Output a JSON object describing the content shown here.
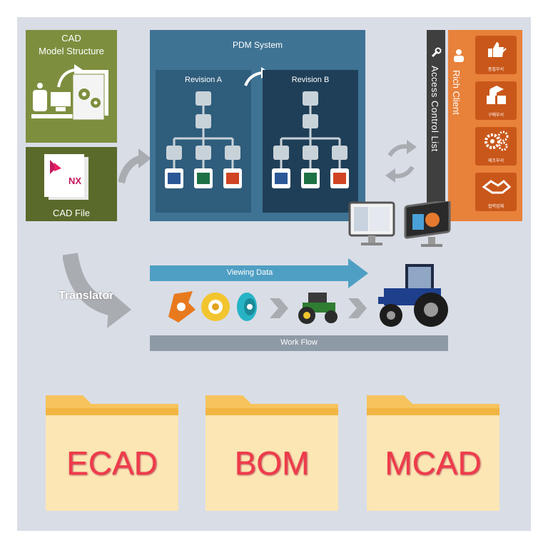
{
  "cad_model": {
    "title_line1": "CAD",
    "title_line2": "Model Structure"
  },
  "cad_file": {
    "title": "CAD File",
    "badge": "NX"
  },
  "pdm": {
    "title": "PDM System",
    "revisions": [
      {
        "label": "Revision A"
      },
      {
        "label": "Revision B"
      }
    ],
    "doc_icons": [
      "W",
      "X",
      "P"
    ]
  },
  "access_control": {
    "label": "Access Control List"
  },
  "rich_client": {
    "label": "Rich Client",
    "departments": [
      {
        "name": "품질부서",
        "icon": "thumbs-up-check-icon"
      },
      {
        "name": "구매부서",
        "icon": "boxes-icon"
      },
      {
        "name": "제조부서",
        "icon": "gears-icon"
      },
      {
        "name": "협력업체",
        "icon": "handshake-icon"
      }
    ]
  },
  "flow": {
    "viewing_data": "Viewing Data",
    "translator": "Translator",
    "work_flow": "Work Flow"
  },
  "folders": [
    {
      "label": "ECAD"
    },
    {
      "label": "BOM"
    },
    {
      "label": "MCAD"
    }
  ],
  "colors": {
    "background": "#d9dde6",
    "cad_green": "#7d8f3f",
    "pdm_blue": "#3f7394",
    "rich_orange": "#e8813a",
    "folder_yellow": "#fbe6b4",
    "folder_label_red": "#ef3b4a"
  }
}
